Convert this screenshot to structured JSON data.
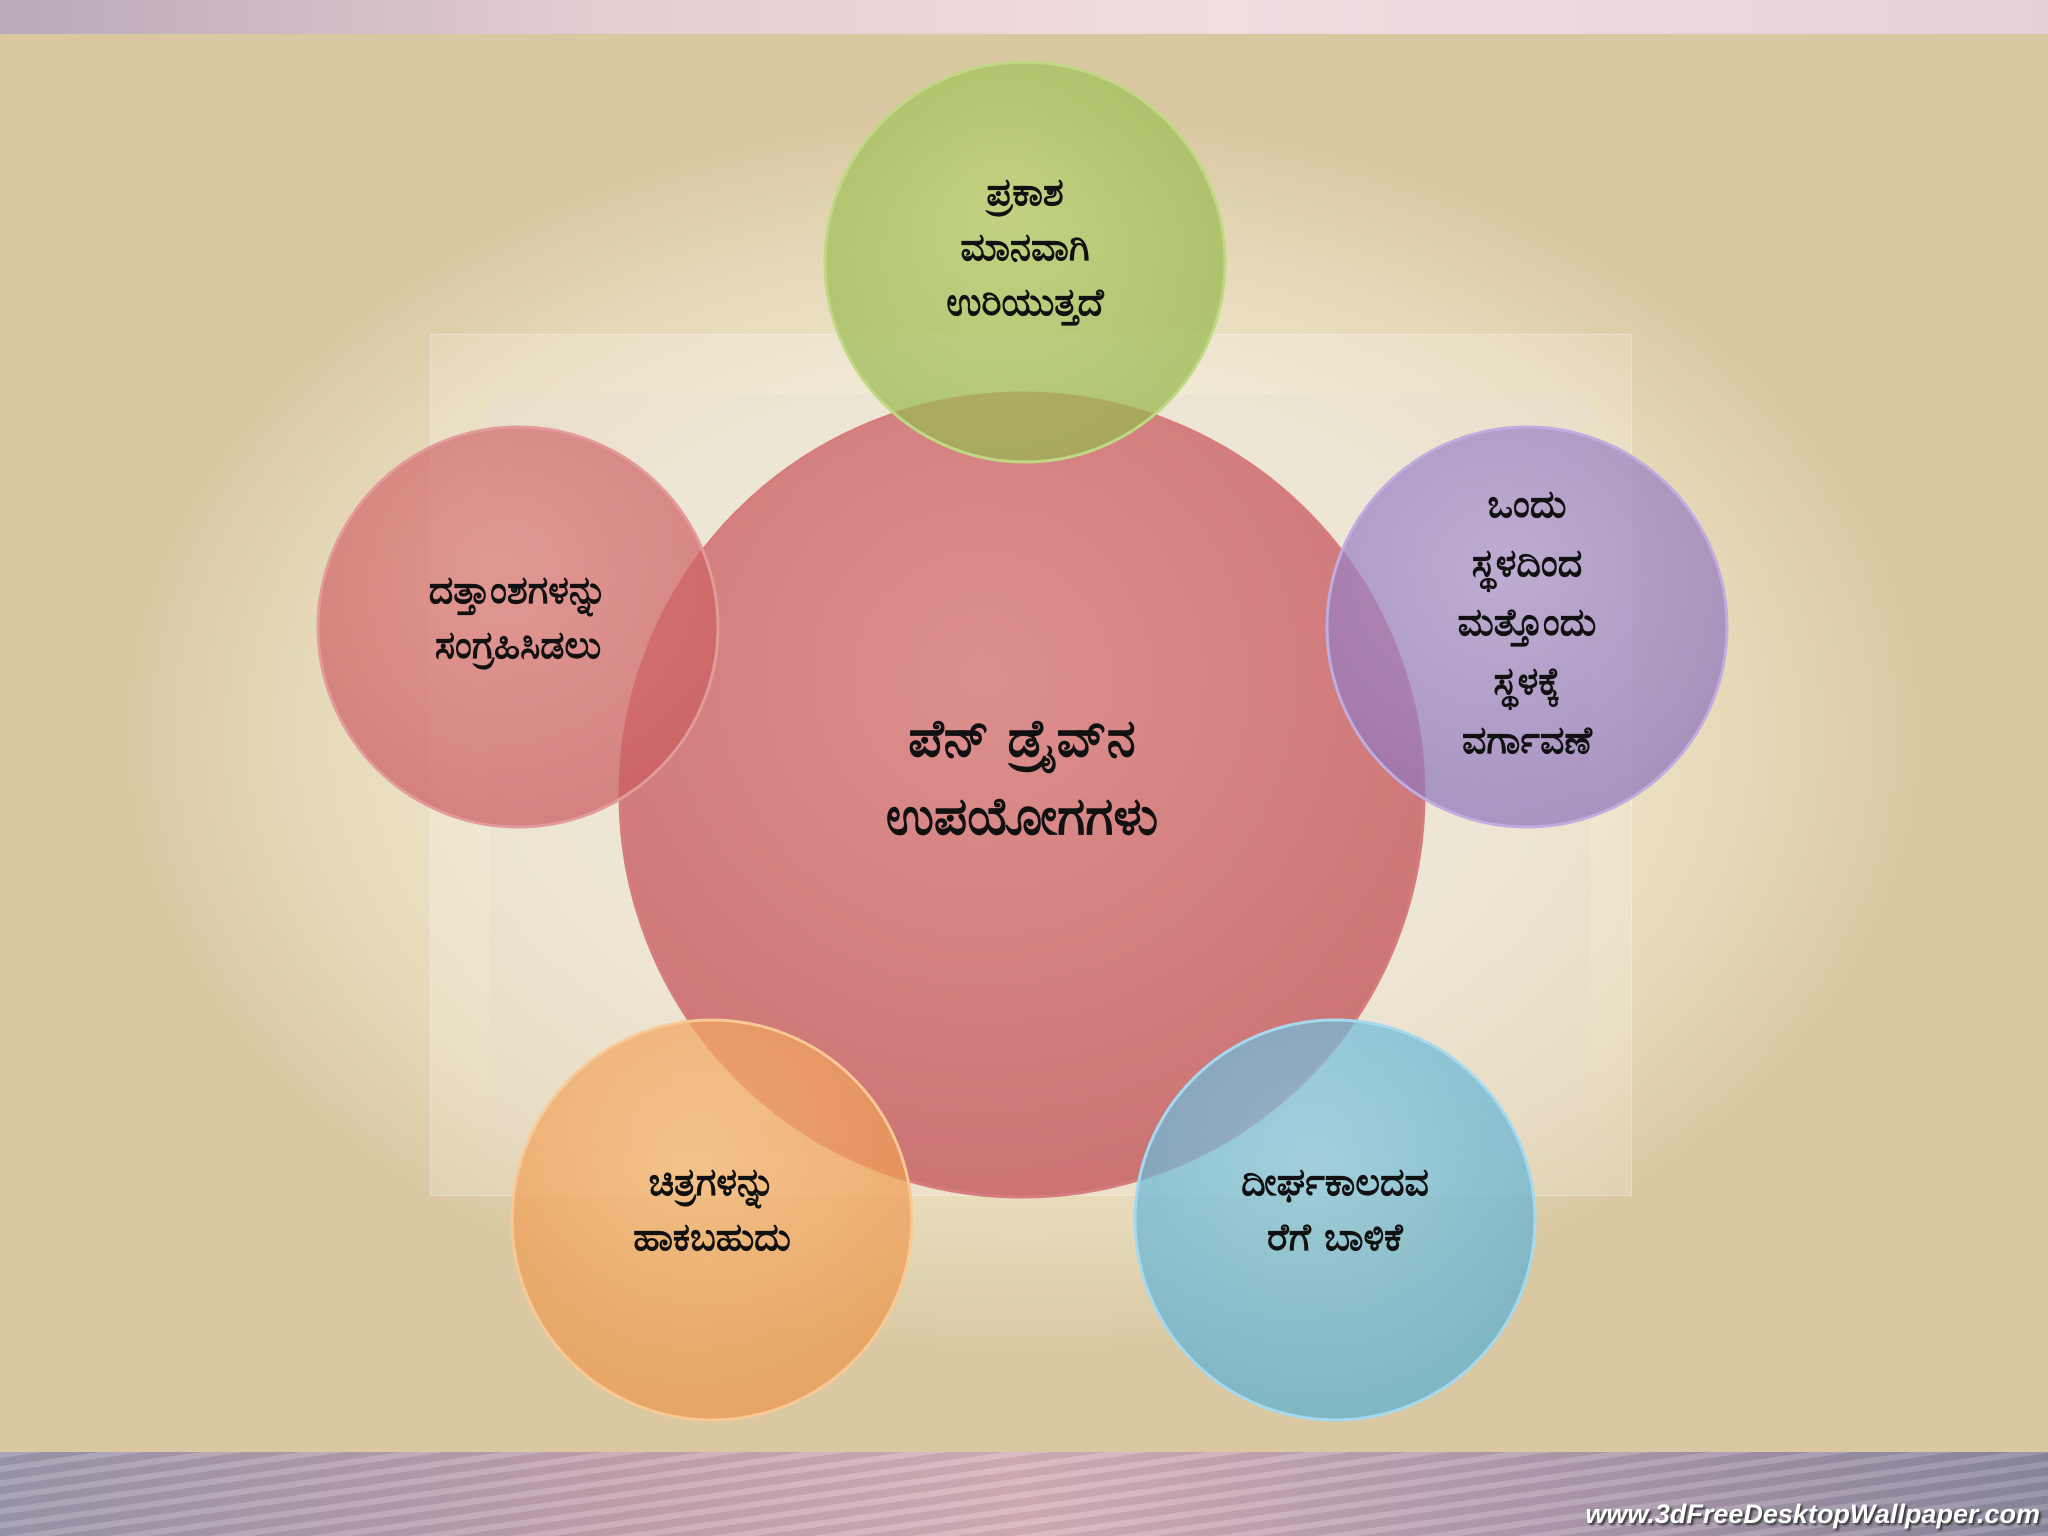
{
  "diagram": {
    "center": {
      "text": "ಪೆನ್ ಡ್ರೈವ್‌ನ\nಉಪಯೋಗಗಳು",
      "color": "#cf6b6b"
    },
    "nodes": [
      {
        "id": "top",
        "text": "ಪ್ರಕಾಶ\nಮಾನವಾಗಿ\nಉರಿಯುತ್ತದೆ",
        "color": "#a4c35c"
      },
      {
        "id": "right",
        "text": "ಒಂದು\nಸ್ಥಳದಿಂದ\nಮತ್ತೊಂದು\nಸ್ಥಳಕ್ಕೆ\nವರ್ಗಾವಣೆ",
        "color": "#9a82c4"
      },
      {
        "id": "bottom-right",
        "text": "ದೀರ್ಘಕಾಲದವ\nರೆಗೆ ಬಾಳಿಕೆ",
        "color": "#6fb9d8"
      },
      {
        "id": "bottom-left",
        "text": "ಚಿತ್ರಗಳನ್ನು\nಹಾಕಬಹುದು",
        "color": "#f2a45c"
      },
      {
        "id": "left",
        "text": "ದತ್ತಾಂಶಗಳನ್ನು\nಸಂಗ್ರಹಿಸಿಡಲು",
        "color": "#d46a6a"
      }
    ]
  },
  "watermark": "www.3dFreeDesktopWallpaper.com"
}
